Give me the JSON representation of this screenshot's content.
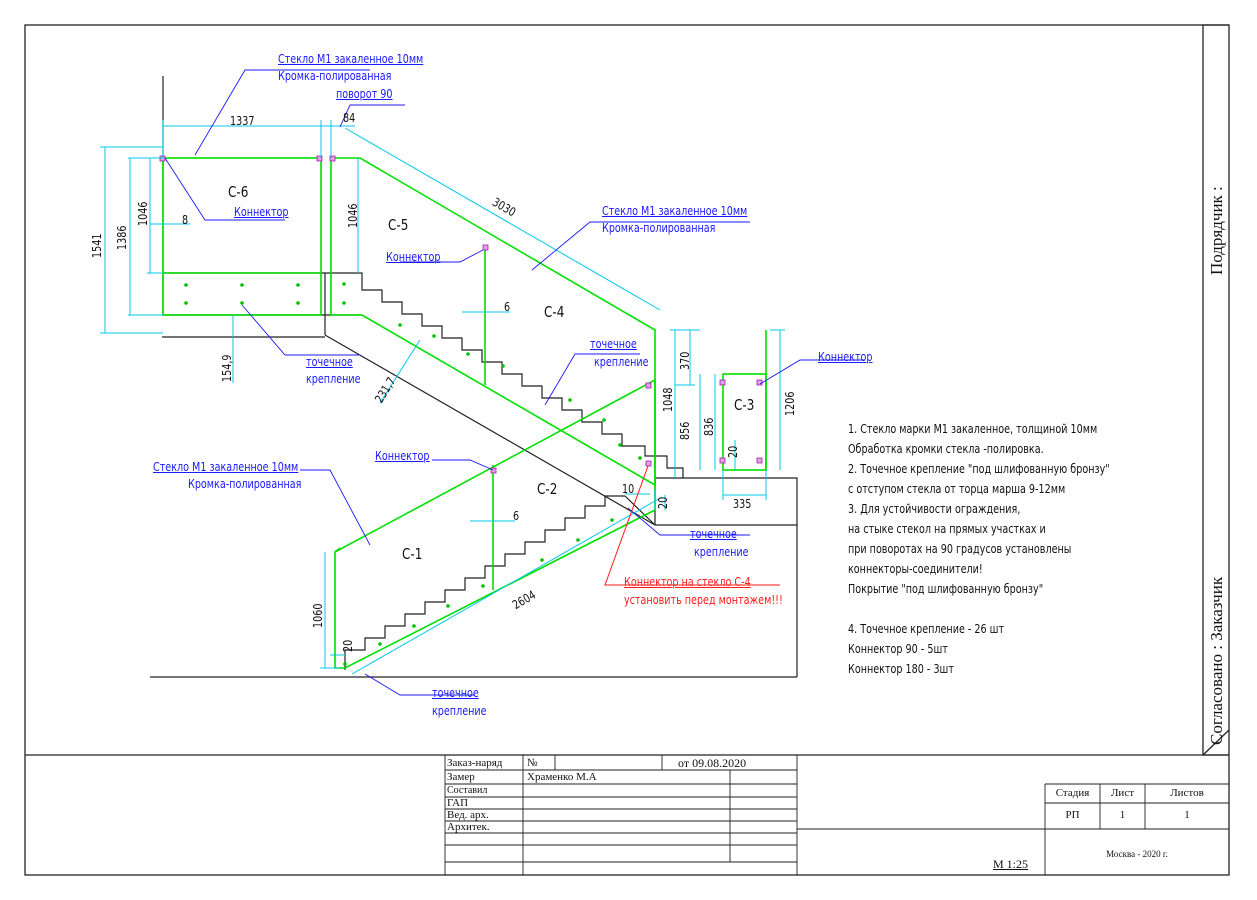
{
  "drawing": {
    "panels": {
      "c6": "С-6",
      "c5": "С-5",
      "c4": "С-4",
      "c3": "С-3",
      "c2": "С-2",
      "c1": "С-1"
    },
    "dims": {
      "d1337": "1337",
      "d84": "84",
      "d3030": "3030",
      "d1541": "1541",
      "d1386": "1386",
      "d1046a": "1046",
      "d1046b": "1046",
      "d8": "8",
      "d6a": "6",
      "d6b": "6",
      "d154_9": "154,9",
      "d231_7": "231,7",
      "d370": "370",
      "d1048": "1048",
      "d856": "856",
      "d836": "836",
      "d1206": "1206",
      "d20a": "20",
      "d20b": "20",
      "d20c": "20",
      "d335": "335",
      "d10": "10",
      "d1060": "1060",
      "d2604": "2604"
    },
    "callouts": {
      "glass_top_1": "Стекло М1 закаленное  10мм",
      "glass_top_2": "Кромка-полированная",
      "glass_top_3": "поворот 90",
      "glass_mid_1": "Стекло М1 закаленное  10мм",
      "glass_mid_2": "Кромка-полированная",
      "glass_left_1": "Стекло М1 закаленное  10мм",
      "glass_left_2": "Кромка-полированная",
      "connector_c6": "Коннектор",
      "connector_c5": "Коннектор",
      "connector_c3": "Коннектор",
      "connector_c2": "Коннектор",
      "point_top_1": "точечное",
      "point_top_2": "крепление",
      "point_mid_1": "точечное",
      "point_mid_2": "крепление",
      "point_right_1": "точечное",
      "point_right_2": "крепление",
      "point_bottom_1": "точечное",
      "point_bottom_2": "крепление",
      "warn_1": "Коннектор на стекло С-4",
      "warn_2": "установить перед монтажем!!!"
    }
  },
  "notes": [
    "1. Стекло марки М1 закаленное, толщиной 10мм",
    "   Обработка кромки стекла -полировка.",
    "2. Точечное крепление \"под шлифованную бронзу\"",
    "    с отступом стекла от торца марша 9-12мм",
    "3. Для устойчивости ограждения,",
    "   на стыке стекол на прямых участках и",
    "   при поворотах на 90 градусов установлены",
    "   коннекторы-соединители!",
    "   Покрытие \"под шлифованную бронзу\"",
    "",
    "4. Точечное крепление - 26 шт",
    "     Коннектор 90 - 5шт",
    "     Коннектор 180 - 3шт"
  ],
  "side": {
    "contractor": "Подрядчик :",
    "approved": "Согласовано : Заказчик"
  },
  "title_block": {
    "order_label": "Заказ-наряд",
    "no_label": "№",
    "date": "от 09.08.2020",
    "measure_label": "Замер",
    "measure_value": "Храменко М.А",
    "compiled_label": "Составил",
    "gap_label": "ГАП",
    "lead_arch_label": "Вед. арх.",
    "architect_label": "Архитек.",
    "stage_label": "Стадия",
    "sheet_label": "Лист",
    "sheets_label": "Листов",
    "stage_value": "РП",
    "sheet_value": "1",
    "sheets_value": "1",
    "city_year": "Москва - 2020 г.",
    "scale": "М 1:25"
  },
  "colors": {
    "glass": "#00e000",
    "dim": "#00c8e8",
    "callout": "#1a1aff",
    "warning": "#ff1a1a",
    "pin": "#a020a0",
    "line": "#222222"
  }
}
